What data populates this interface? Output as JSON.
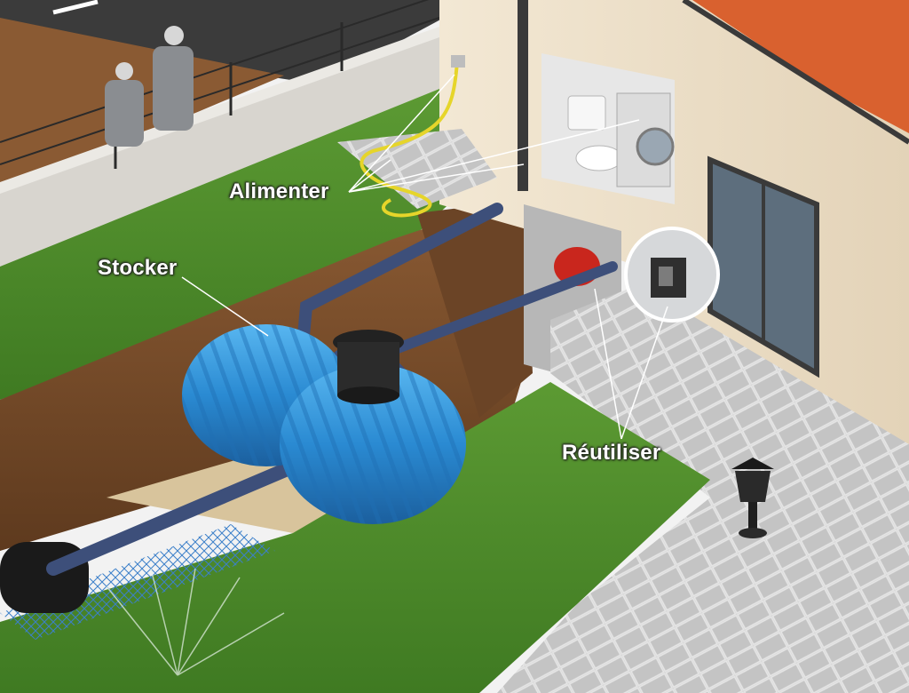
{
  "labels": {
    "alimenter": "Alimenter",
    "stocker": "Stocker",
    "reutiliser": "Réutiliser"
  },
  "colors": {
    "grass": "#4f8a2c",
    "soil": "#7a4a28",
    "tank": "#2f8fd6",
    "pipe": "#3d4f7a",
    "wall": "#efe2cc",
    "roof": "#d9612f",
    "paving": "#c9c9c9",
    "road": "#3b3b3b",
    "hose": "#e6d52a"
  },
  "icons": {
    "tank": "rainwater-tank-icon",
    "lamp": "garden-lamp-icon",
    "toilet": "toilet-icon",
    "washer": "washing-machine-icon",
    "pump": "pump-icon",
    "hose": "garden-hose-icon",
    "sprinkler": "sprinkler-icon"
  }
}
